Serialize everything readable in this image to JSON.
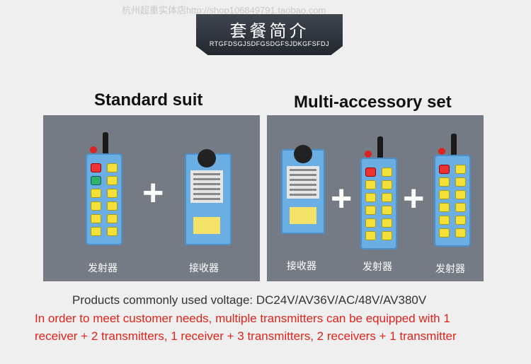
{
  "watermark": "杭州超重实体店http://shop106849791.taobao.com",
  "banner": {
    "title": "套餐简介",
    "subtitle": "RTGFDSGJSDFGSDGFSJDKGFSFDJ"
  },
  "headings": {
    "standard": "Standard suit",
    "multi": "Multi-accessory set"
  },
  "panels": {
    "standard": {
      "captions": [
        "发射器",
        "接收器"
      ],
      "plus": "+"
    },
    "multi": {
      "captions": [
        "接收器",
        "发射器",
        "发射器"
      ],
      "plus": "+"
    }
  },
  "voltage_text": "Products commonly used voltage: DC24V/AV36V/AC/48V/AV380V",
  "red_text": {
    "line1": "In order to meet customer needs, multiple transmitters can be equipped with 1",
    "line2": "receiver + 2 transmitters, 1 receiver + 3 transmitters, 2 receivers + 1 transmitter"
  },
  "colors": {
    "banner": "#2b3038",
    "panel": "#757b85",
    "device_blue": "#6aaee4",
    "button_yellow": "#f3e03a",
    "red_text": "#e2231a"
  }
}
